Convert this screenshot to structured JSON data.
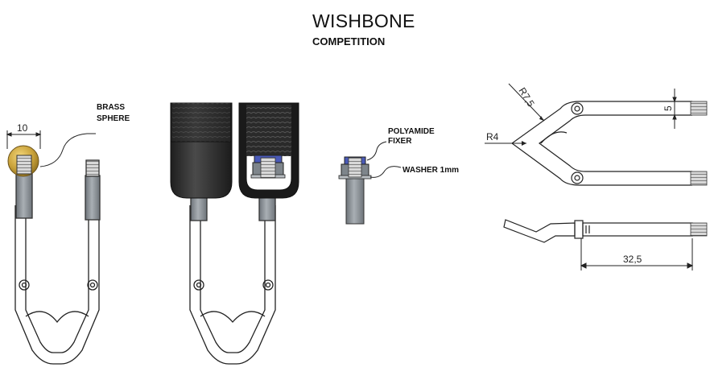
{
  "title": "WISHBONE",
  "subtitle": "COMPETITION",
  "labels": {
    "brass_sphere_line1": "BRASS",
    "brass_sphere_line2": "SPHERE",
    "polyamide_line1": "POLYAMIDE",
    "polyamide_line2": "FIXER",
    "washer": "WASHER 1mm"
  },
  "dimensions": {
    "width": "10",
    "outer_radius": "R7,5",
    "inner_radius": "R4",
    "thread": "5",
    "length": "32,5"
  },
  "colors": {
    "brass": "#c9a23a",
    "rod_gray": "#8c9298",
    "cap_black": "#2c2c2c",
    "nut_blue": "#4a5ab8",
    "line": "#222222"
  }
}
